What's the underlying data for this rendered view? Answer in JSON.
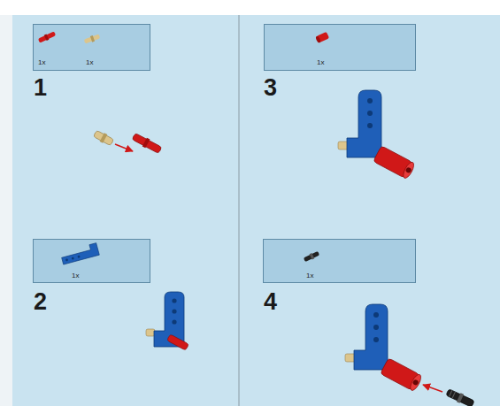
{
  "diagram": {
    "nodes": [
      {
        "text": [
          "1x",
          "1x"
        ]
      },
      {
        "text": [
          "1x"
        ]
      },
      {
        "text": [
          "1x"
        ]
      },
      {
        "text": [
          "1x"
        ]
      }
    ],
    "labels": [
      "1",
      "2",
      "3",
      "4"
    ]
  }
}
